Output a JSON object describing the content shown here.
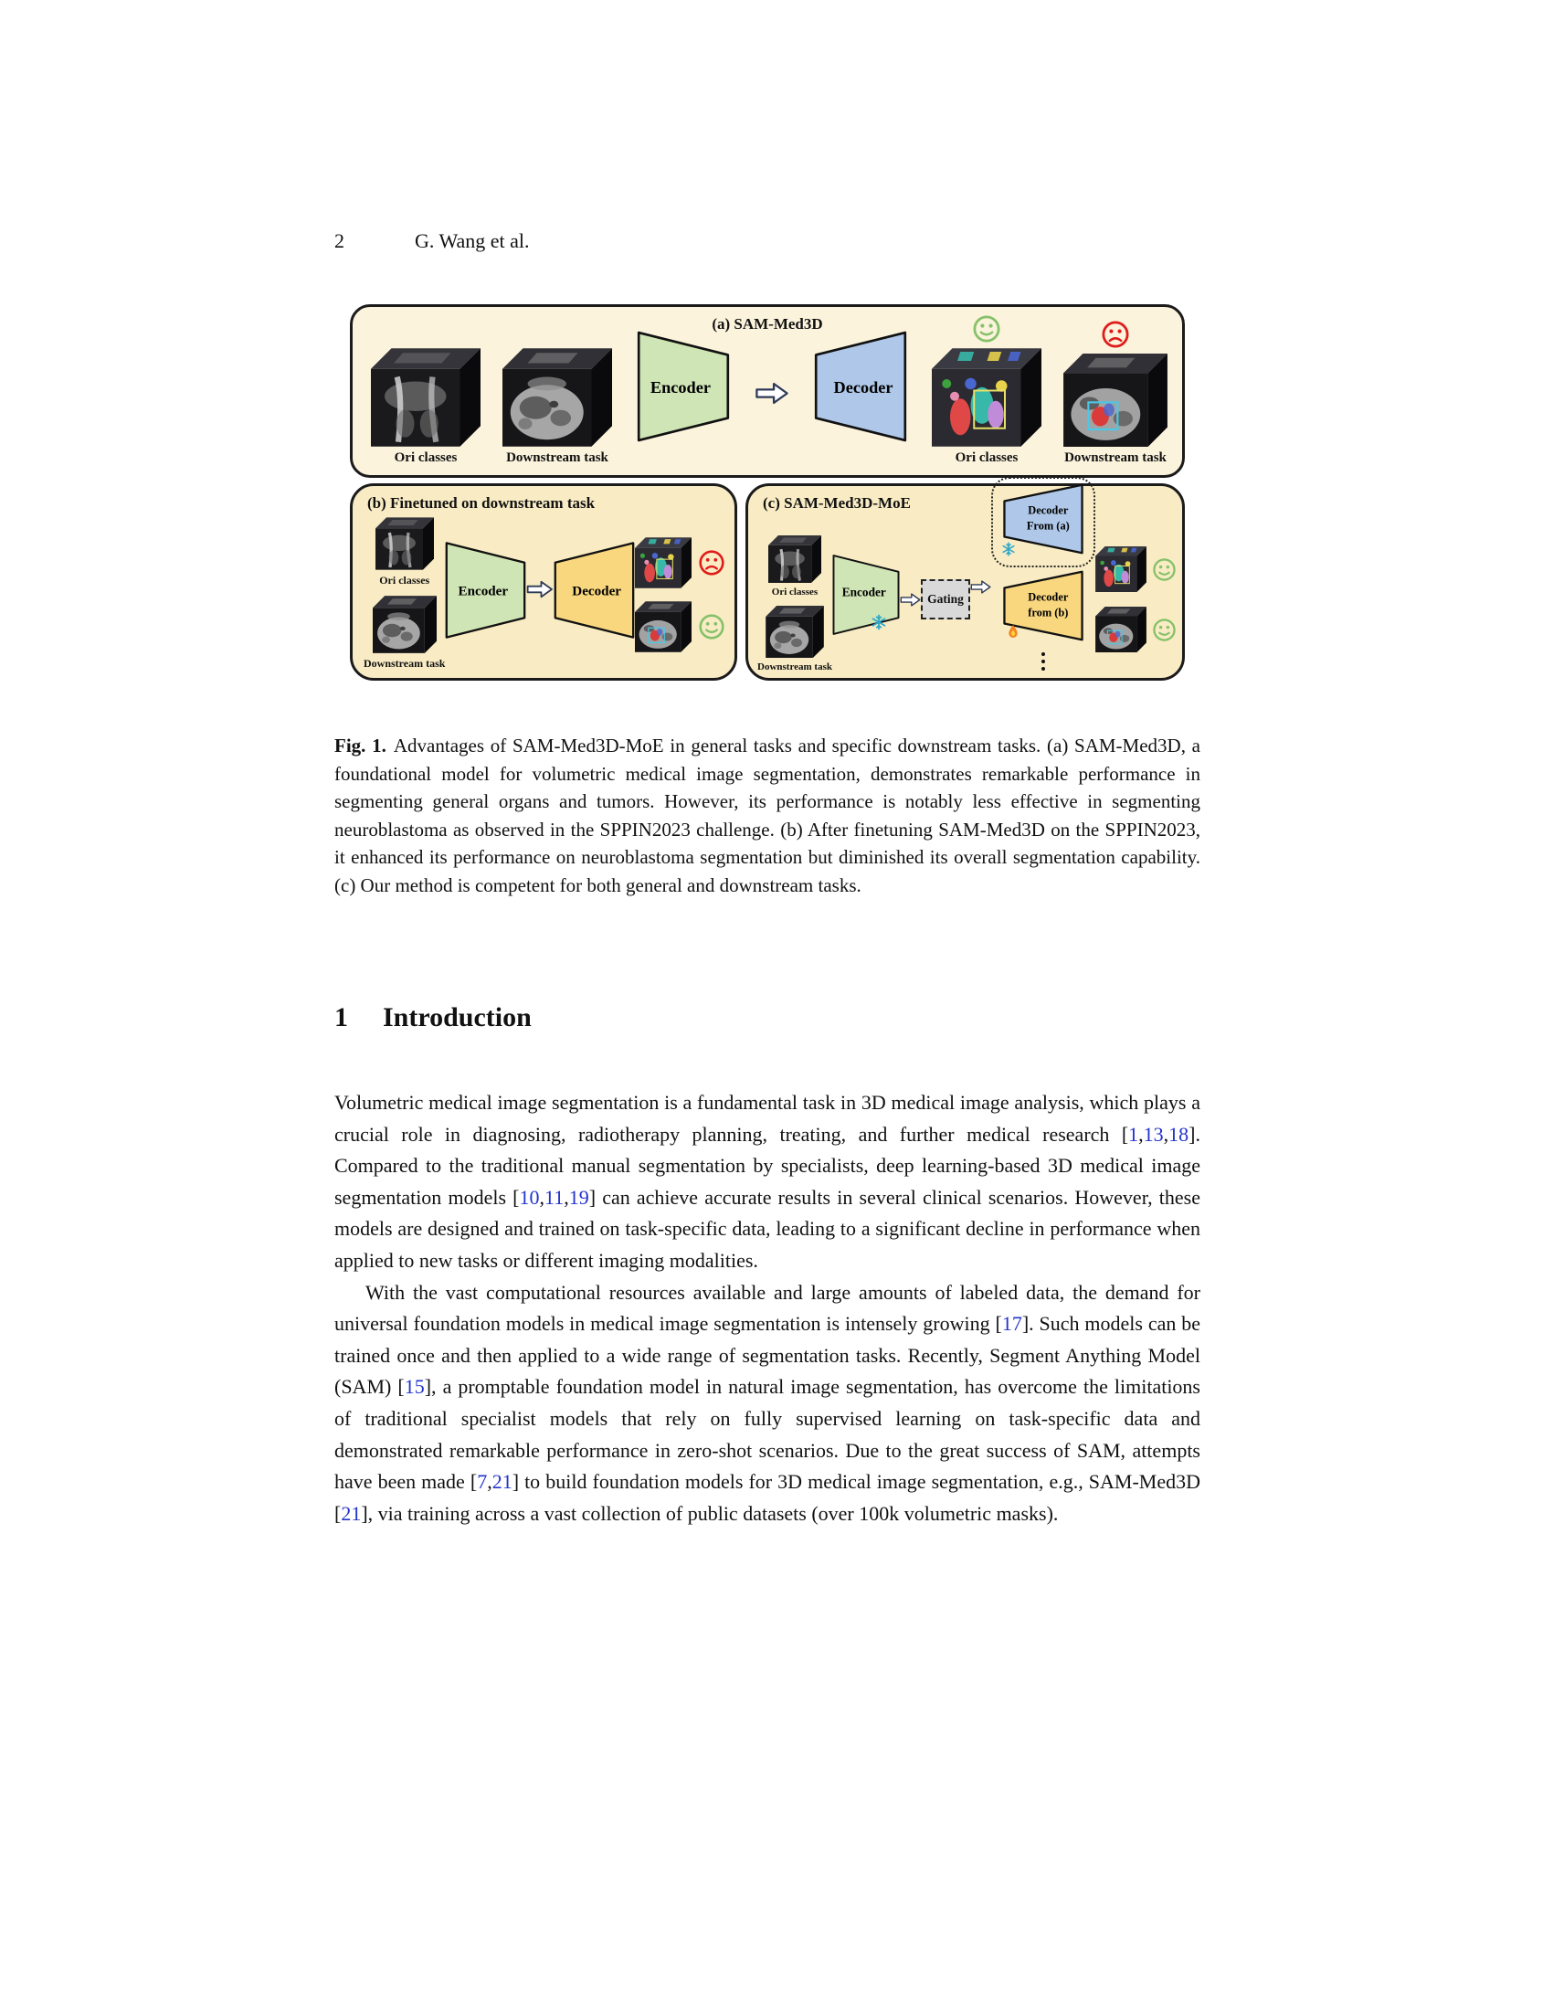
{
  "header": {
    "page_number": "2",
    "running_title": "G. Wang et al."
  },
  "figure": {
    "panel_a": {
      "title": "(a) SAM-Med3D",
      "input_labels": [
        "Ori classes",
        "Downstream task"
      ],
      "encoder_label": "Encoder",
      "decoder_label": "Decoder",
      "output_labels": [
        "Ori classes",
        "Downstream task"
      ],
      "output_moods": [
        "happy",
        "sad"
      ]
    },
    "panel_b": {
      "title": "(b) Finetuned on downstream task",
      "input_labels": [
        "Ori classes",
        "Downstream task"
      ],
      "encoder_label": "Encoder",
      "decoder_label": "Decoder",
      "output_moods": [
        "sad",
        "happy"
      ]
    },
    "panel_c": {
      "title": "(c) SAM-Med3D-MoE",
      "input_labels": [
        "Ori classes",
        "Downstream task"
      ],
      "encoder_label": "Encoder",
      "gating_label": "Gating",
      "decoder_a_line1": "Decoder",
      "decoder_a_line2": "From (a)",
      "decoder_b_line1": "Decoder",
      "decoder_b_line2": "from (b)",
      "output_moods": [
        "happy",
        "happy"
      ]
    },
    "colors": {
      "panel_a_bg": "#FBF3DC",
      "panel_bc_bg": "#F9ECC4",
      "encoder_fill": "#CFE5B5",
      "decoder_a_fill": "#AFC8E9",
      "decoder_b_fill": "#F9D77E",
      "gating_fill": "#D9D9D9",
      "happy_face": "#86C16A",
      "sad_face": "#E01B1B",
      "citation": "#2233CC"
    }
  },
  "caption": {
    "label": "Fig. 1.",
    "text": "Advantages of SAM-Med3D-MoE in general tasks and specific downstream tasks. (a) SAM-Med3D, a foundational model for volumetric medical image segmentation, demonstrates remarkable performance in segmenting general organs and tumors. However, its performance is notably less effective in segmenting neuroblastoma as observed in the SPPIN2023 challenge. (b) After finetuning SAM-Med3D on the SPPIN2023, it enhanced its performance on neuroblastoma segmentation but diminished its overall segmentation capability. (c) Our method is competent for both general and downstream tasks."
  },
  "section": {
    "number": "1",
    "title": "Introduction"
  },
  "paragraphs": [
    {
      "segments": [
        {
          "text": "Volumetric medical image segmentation is a fundamental task in 3D medical image analysis, which plays a crucial role in diagnosing, radiotherapy planning, treating, and further medical research ["
        },
        {
          "text": "1",
          "cite": true
        },
        {
          "text": ","
        },
        {
          "text": "13",
          "cite": true
        },
        {
          "text": ","
        },
        {
          "text": "18",
          "cite": true
        },
        {
          "text": "]. Compared to the traditional manual segmentation by specialists, deep learning-based 3D medical image segmentation models ["
        },
        {
          "text": "10",
          "cite": true
        },
        {
          "text": ","
        },
        {
          "text": "11",
          "cite": true
        },
        {
          "text": ","
        },
        {
          "text": "19",
          "cite": true
        },
        {
          "text": "] can achieve accurate results in several clinical scenarios. However, these models are designed and trained on task-specific data, leading to a significant decline in performance when applied to new tasks or different imaging modalities."
        }
      ]
    },
    {
      "segments": [
        {
          "text": "With the vast computational resources available and large amounts of labeled data, the demand for universal foundation models in medical image segmentation is intensely growing ["
        },
        {
          "text": "17",
          "cite": true
        },
        {
          "text": "]. Such models can be trained once and then applied to a wide range of segmentation tasks. Recently, Segment Anything Model (SAM) ["
        },
        {
          "text": "15",
          "cite": true
        },
        {
          "text": "], a promptable foundation model in natural image segmentation, has overcome the limitations of traditional specialist models that rely on fully supervised learning on task-specific data and demonstrated remarkable performance in zero-shot scenarios. Due to the great success of SAM, attempts have been made ["
        },
        {
          "text": "7",
          "cite": true
        },
        {
          "text": ","
        },
        {
          "text": "21",
          "cite": true
        },
        {
          "text": "] to build foundation models for 3D medical image segmentation, e.g., SAM-Med3D ["
        },
        {
          "text": "21",
          "cite": true
        },
        {
          "text": "], via training across a vast collection of public datasets (over 100k volumetric masks)."
        }
      ]
    }
  ]
}
